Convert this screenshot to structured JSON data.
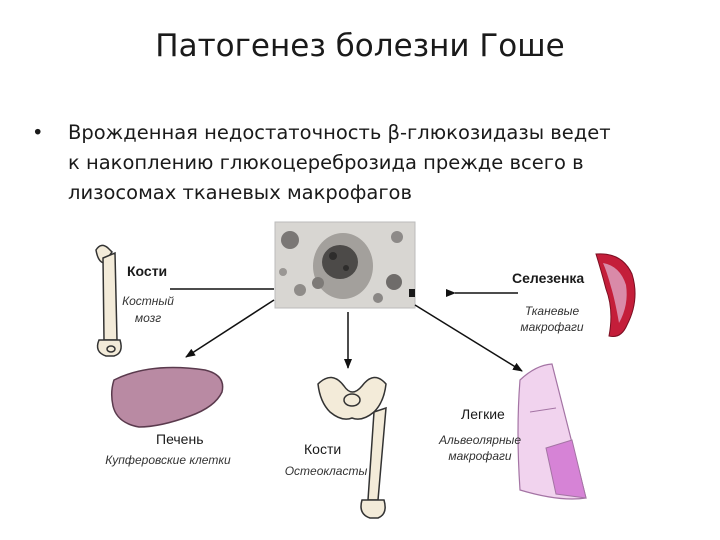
{
  "title": "Патогенез болезни Гоше",
  "bullet": {
    "marker": "•",
    "lines": [
      "Врожденная недостаточность β-глюкозидазы  ведет",
      "к накоплению глюкоцереброзида  прежде всего в",
      "лизосомах тканевых макрофагов"
    ]
  },
  "diagram": {
    "bones_top": {
      "title": "Кости",
      "subtitle_line1": "Костный",
      "subtitle_line2": "мозг"
    },
    "spleen": {
      "title": "Селезенка",
      "subtitle_line1": "Тканевые",
      "subtitle_line2": "макрофаги"
    },
    "liver": {
      "title": "Печень",
      "subtitle": "Купферовские клетки"
    },
    "bones_bottom": {
      "title": "Кости",
      "subtitle": "Остеокласты"
    },
    "lungs": {
      "title": "Легкие",
      "subtitle_line1": "Альвеолярные",
      "subtitle_line2": "макрофаги"
    }
  },
  "colors": {
    "liver": "#b98aa3",
    "spleen_outer": "#c41e3a",
    "spleen_inner": "#d98aa8",
    "lung_light": "#f1d3ee",
    "lung_dark": "#d683d6",
    "bone": "#f3ebd9",
    "micrograph_bg": "#d8d6d2"
  }
}
